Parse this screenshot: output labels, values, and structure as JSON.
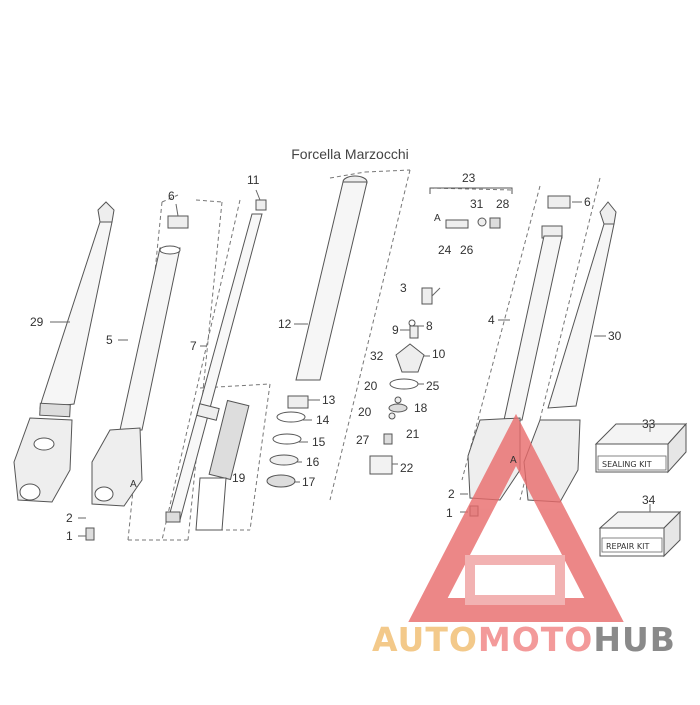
{
  "title": "Forcella Marzocchi",
  "part_labels": {
    "p1a": "1",
    "p2a": "2",
    "p5": "5",
    "p29": "29",
    "p6a": "6",
    "p7": "7",
    "p11": "11",
    "p19": "19",
    "p12": "12",
    "p13": "13",
    "p14": "14",
    "p15": "15",
    "p16": "16",
    "p17": "17",
    "p23": "23",
    "p31": "31",
    "p28": "28",
    "p24": "24",
    "p26": "26",
    "p3": "3",
    "p9": "9",
    "p8": "8",
    "p32": "32",
    "p10": "10",
    "p20a": "20",
    "p25": "25",
    "p20b": "20",
    "p18": "18",
    "p27": "27",
    "p21": "21",
    "p22": "22",
    "p4": "4",
    "p6b": "6",
    "p30": "30",
    "p2b": "2",
    "p1b": "1",
    "p33": "33",
    "p34": "34"
  },
  "arrow_marks": {
    "left_fork": "A",
    "right_fork": "A",
    "valve": "A"
  },
  "kits": {
    "sealing": "SEALING KIT",
    "repair": "REPAIR KIT"
  },
  "watermark": {
    "part_a": "AUTO",
    "part_b": "MOTO",
    "part_c": "HUB"
  },
  "colors": {
    "line": "#555555",
    "watermark_red": "#e86a6a",
    "watermark_orange": "#f3c98a"
  }
}
